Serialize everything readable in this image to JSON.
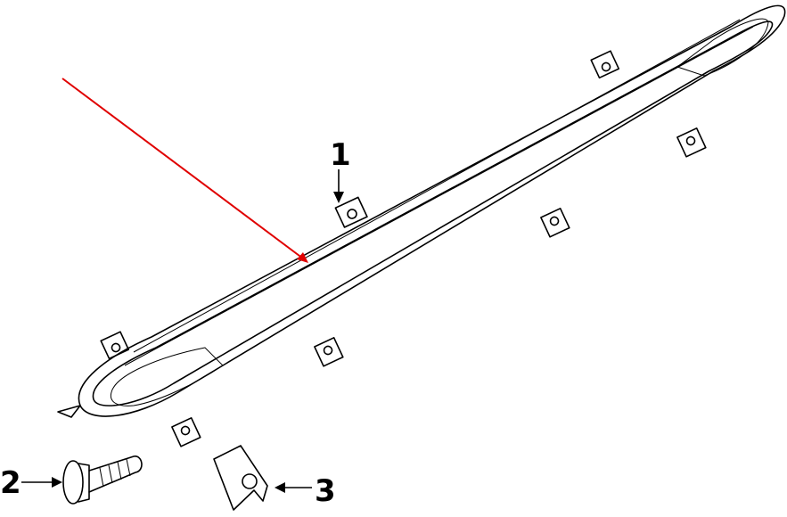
{
  "diagram": {
    "callouts": [
      {
        "id": "1",
        "label": "1"
      },
      {
        "id": "2",
        "label": "2"
      },
      {
        "id": "3",
        "label": "3"
      }
    ],
    "highlight_arrow_color": "#e00000",
    "line_color": "#000000",
    "background": "#ffffff"
  }
}
